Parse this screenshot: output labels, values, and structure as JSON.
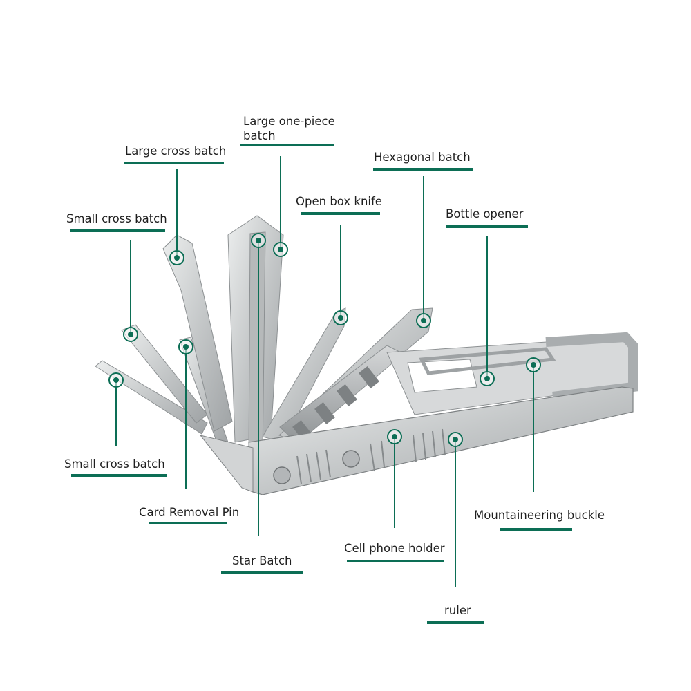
{
  "colors": {
    "accent": "#0c6e55",
    "label_text": "#1f1f1f",
    "steel": "#c9cbcc"
  },
  "labels": {
    "large_one_piece_batch": "Large one-piece\nbatch",
    "large_cross_batch": "Large cross batch",
    "hexagonal_batch": "Hexagonal batch",
    "open_box_knife": "Open box knife",
    "small_cross_batch_top": "Small cross batch",
    "bottle_opener": "Bottle opener",
    "small_cross_batch_bottom": "Small cross batch",
    "card_removal_pin": "Card Removal Pin",
    "mountaineering_buckle": "Mountaineering buckle",
    "star_batch": "Star Batch",
    "cell_phone_holder": "Cell phone holder",
    "ruler": "ruler"
  }
}
